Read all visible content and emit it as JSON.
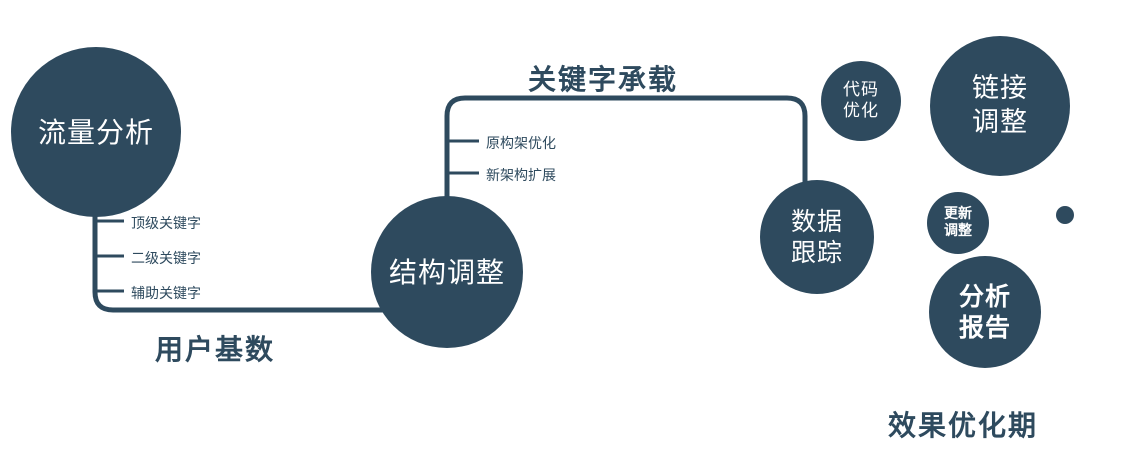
{
  "colors": {
    "primary": "#2e4a5e",
    "background": "#ffffff",
    "node_text": "#ffffff"
  },
  "nodes": {
    "traffic_analysis": {
      "label": "流量分析"
    },
    "structure_adjust": {
      "label": "结构调整"
    },
    "data_tracking": {
      "line1": "数据",
      "line2": "跟踪"
    },
    "code_optimization": {
      "line1": "代码",
      "line2": "优化"
    },
    "link_adjustment": {
      "line1": "链接",
      "line2": "调整"
    },
    "update_adjustment": {
      "line1": "更新",
      "line2": "调整"
    },
    "analysis_report": {
      "line1": "分析",
      "line2": "报告"
    }
  },
  "edge_labels": {
    "user_base": "用户基数",
    "keyword_carry": "关键字承载"
  },
  "branch_labels": {
    "traffic": [
      "顶级关键字",
      "二级关键字",
      "辅助关键字"
    ],
    "structure": [
      "原构架优化",
      "新架构扩展"
    ]
  },
  "stage_label": "效果优化期"
}
